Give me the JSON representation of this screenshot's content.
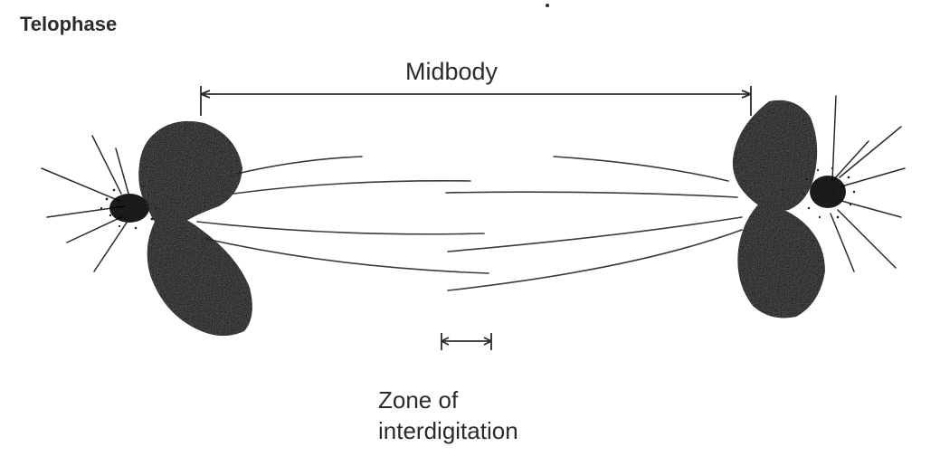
{
  "title": "Telophase",
  "labels": {
    "midbody": "Midbody",
    "zone_line1": "Zone of",
    "zone_line2": "interdigitation"
  },
  "colors": {
    "ink": "#2b2b2b",
    "chromosome": "#4a4a4a",
    "centrosome": "#1e1e1e"
  }
}
